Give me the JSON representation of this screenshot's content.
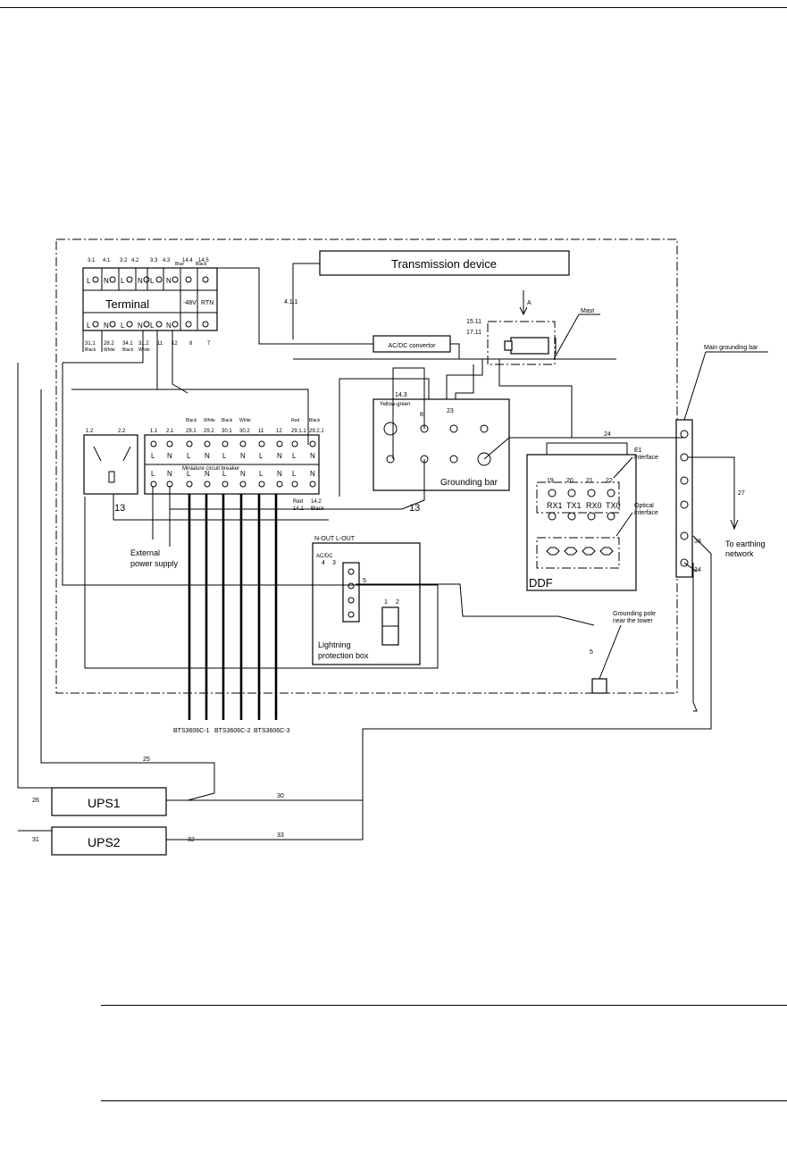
{
  "labels": {
    "transmission": "Transmission device",
    "terminal": "Terminal",
    "acdc": "AC/DC convertor",
    "mast": "Mast",
    "main_grounding_bar": "Main grounding bar",
    "yellow_green": "Yellow-green",
    "grounding_bar": "Grounding bar",
    "mcb": "Miniature circuit breaker",
    "external_power_1": "External",
    "external_power_2": "power supply",
    "e1_interface_1": "E1",
    "e1_interface_2": "interface",
    "optical_interface_1": "Optical",
    "optical_interface_2": "interface",
    "ddf": "DDF",
    "to_earthing_1": "To earthing",
    "to_earthing_2": "network",
    "grounding_pole_1": "Grounding pole",
    "grounding_pole_2": "near the tower",
    "lightning_1": "Lightning",
    "lightning_2": "protection box",
    "nout_lout": "N-OUT  L-OUT",
    "acdc_small": "AC/DC",
    "arrow_a": "A",
    "bts1": "BTS3606C-1",
    "bts2": "BTS3606C-2",
    "bts3": "BTS3606C-3",
    "ups1": "UPS1",
    "ups2": "UPS2",
    "minus48v": "-48V",
    "rtn": "RTN",
    "blue": "Blue",
    "black": "Black"
  },
  "terminal_top_numbers": [
    "3.1",
    "4.1",
    "3.2",
    "4.2",
    "3.3",
    "4.3",
    "14.4",
    "14.5"
  ],
  "terminal_row": [
    "L",
    "N",
    "L",
    "N",
    "L",
    "N"
  ],
  "terminal_bottom": [
    "31.1",
    "28.2",
    "34.1",
    "31.2",
    "11",
    "12",
    "8",
    "7"
  ],
  "terminal_bottom_colors": [
    "Black",
    "White",
    "Black",
    "White"
  ],
  "mcb_top_numbers": [
    "1.1",
    "2.1",
    "29.1",
    "29.2",
    "30.1",
    "30.2",
    "11",
    "12",
    "29.1.1",
    "29.2.1"
  ],
  "mcb_top_colors": [
    "Black",
    "White",
    "Black",
    "White",
    "Red",
    "Black"
  ],
  "mcb_letters": [
    "L",
    "N",
    "L",
    "N",
    "L",
    "N",
    "L",
    "N",
    "L",
    "N"
  ],
  "mcb_bottom": [
    "Red",
    "14.1",
    "14.2",
    "Black"
  ],
  "socket_numbers": [
    "1.2",
    "2.2"
  ],
  "ddf_ports": [
    "RX1",
    "TX1",
    "RX0",
    "TX0"
  ],
  "ddf_port_numbers": [
    "19",
    "20",
    "21",
    "22"
  ],
  "wire_numbers": {
    "n_4_1_1": "4.1.1",
    "n_15_11": "15.11",
    "n_17_11": "17.11",
    "n_14_3": "14.3",
    "n_8": "8",
    "n_23": "23",
    "n_24": "24",
    "n_27": "27",
    "n_13a": "13",
    "n_13b": "13",
    "n_5a": "5",
    "n_5b": "5",
    "n_4": "4",
    "n_3": "3",
    "n_1": "1",
    "n_2": "2",
    "n_33": "33",
    "n_34": "34",
    "n_25": "25",
    "n_26": "26",
    "n_30": "30",
    "n_31": "31",
    "n_32": "32",
    "n_33b": "33"
  }
}
